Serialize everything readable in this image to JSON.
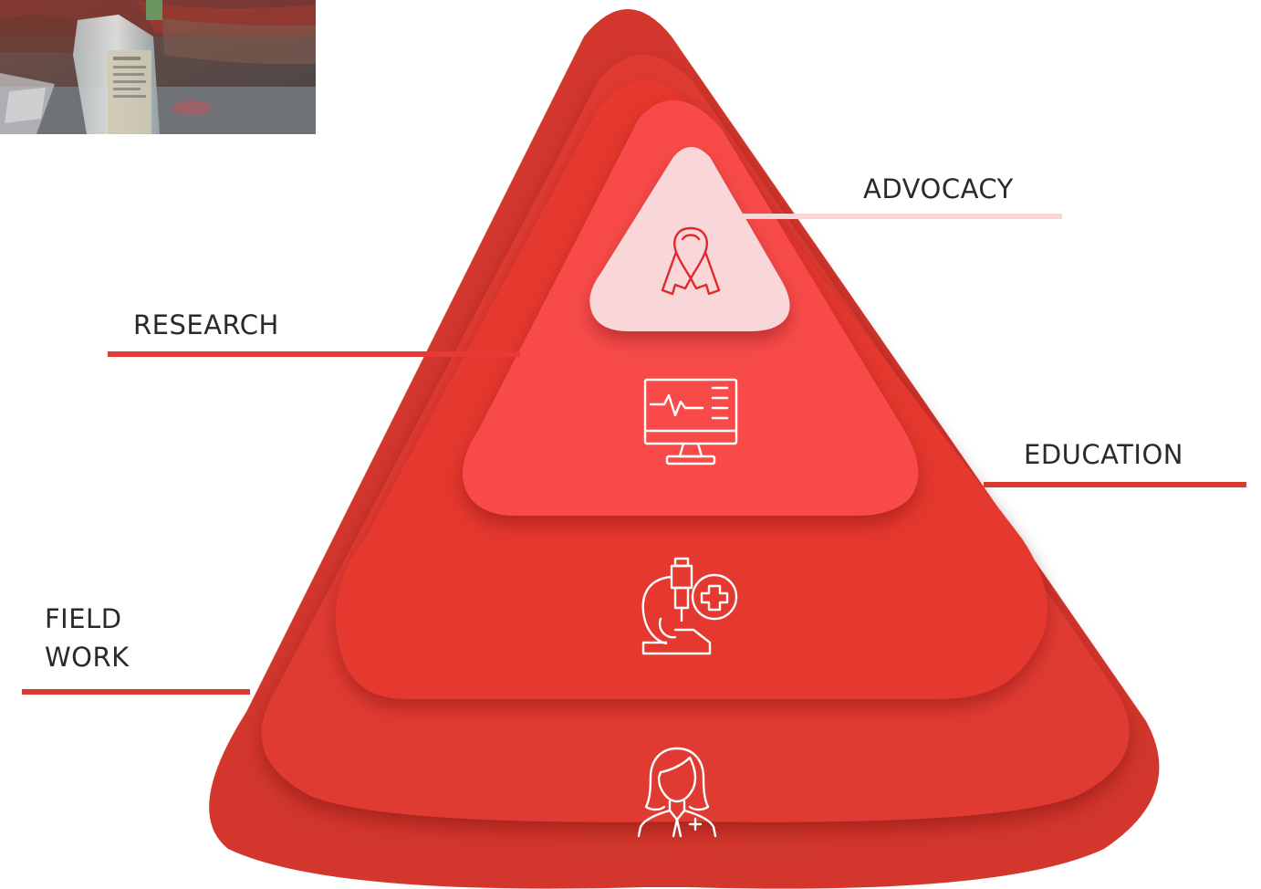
{
  "photo": {
    "icon": "photo-thumbnail"
  },
  "levels": [
    {
      "id": "advocacy",
      "label": "ADVOCACY",
      "icon": "ribbon-icon",
      "fill": "#f9d7d8",
      "line_color": "#f8d6d8"
    },
    {
      "id": "research",
      "label": "RESEARCH",
      "icon": "monitor-heartbeat-icon",
      "fill": "#f84c4a",
      "line_color": "#e73a34"
    },
    {
      "id": "education",
      "label": "EDUCATION",
      "icon": "microscope-medical-icon",
      "fill": "#e5382f",
      "line_color": "#d83a2f"
    },
    {
      "id": "field-work",
      "label_lines": [
        "FIELD",
        "WORK"
      ],
      "icon": "nurse-icon",
      "fill": "#d2362c",
      "line_color": "#d83a2f"
    }
  ],
  "colors": {
    "outer_ring": "#e03a32",
    "icon_stroke_light": "#ffffff",
    "icon_stroke_dark": "#e1282c",
    "text": "#2a2a2a"
  }
}
